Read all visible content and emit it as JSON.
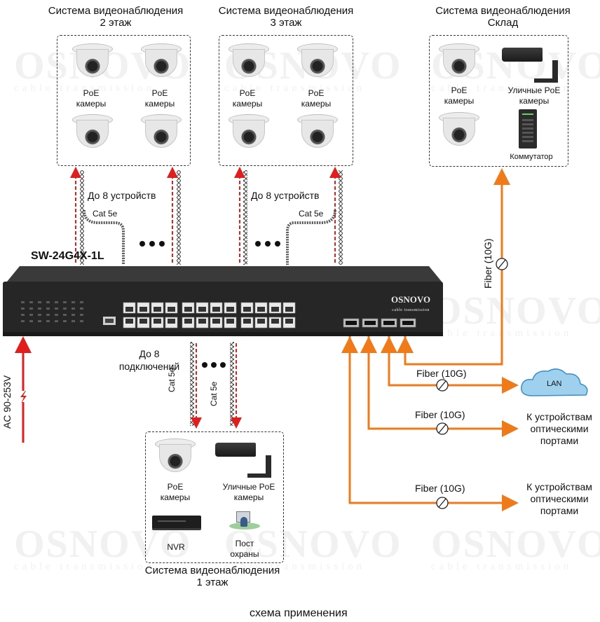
{
  "floor2": {
    "title_line1": "Система видеонаблюдения",
    "title_line2": "2 этаж",
    "cam_label_1": "PoE камеры",
    "cam_label_2": "PoE камеры"
  },
  "floor3": {
    "title_line1": "Система видеонаблюдения",
    "title_line2": "3 этаж",
    "cam_label_1": "PoE камеры",
    "cam_label_2": "PoE камеры"
  },
  "warehouse": {
    "title_line1": "Система видеонаблюдения",
    "title_line2": "Склад",
    "cam_label": "PoE камеры",
    "street_label": "Уличные PoE камеры",
    "switch_label": "Коммутатор"
  },
  "floor1": {
    "title_line1": "Система видеонаблюдения",
    "title_line2": "1 этаж",
    "cam_label": "PoE камеры",
    "street_label": "Уличные PoE камеры",
    "nvr_label": "NVR",
    "guard_label": "Пост охраны"
  },
  "links": {
    "upto8_left": "До 8 устройств",
    "upto8_right": "До 8 устройств",
    "cat5e": "Cat 5e",
    "upto8_down_1": "До 8",
    "upto8_down_2": "подключений",
    "power": "AC 90-253V",
    "fiber_vertical": "Fiber (10G)",
    "fiber": "Fiber (10G)",
    "lan": "LAN",
    "optical_1": "К устройствам",
    "optical_2": "оптическими",
    "optical_3": "портами"
  },
  "device": {
    "model": "SW-24G4X-1L",
    "brand": "OSNOVO",
    "brand_sub": "cable transmission"
  },
  "watermark": {
    "brand": "OSNOVO",
    "sub": "cable transmission"
  },
  "caption": "схема применения",
  "colors": {
    "poe_line": "#e01e1e",
    "fiber_line": "#f07a1a",
    "power": "#e01e1e",
    "switch_body": "#2a2a2a"
  },
  "icons": [
    "dome-camera-icon",
    "bullet-camera-icon",
    "switch-icon",
    "nvr-icon",
    "guard-post-icon",
    "cloud-icon",
    "lightning-icon"
  ]
}
